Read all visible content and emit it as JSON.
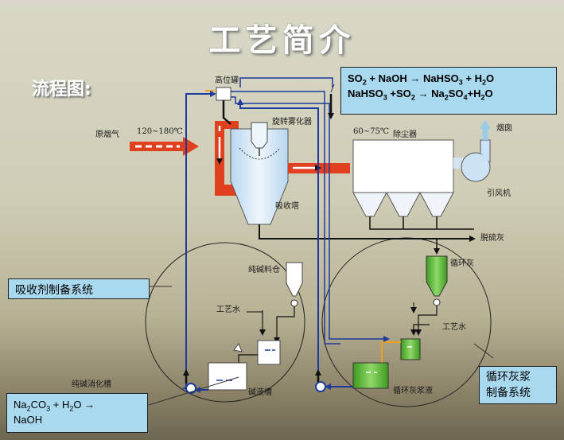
{
  "title": "工艺简介",
  "flow_label": "流程图:",
  "equations_top": {
    "line1": {
      "a": "SO",
      "a_sub": "2",
      "b": " + NaOH ",
      "arrow": "→",
      "c": " NaHSO",
      "c_sub": "3",
      "d": "  + H",
      "d_sub": "2",
      "e": "O"
    },
    "line2": {
      "a": "NaHSO",
      "a_sub": "3",
      "b": " +SO",
      "b_sub": "2",
      "arrow": " → ",
      "c": "Na",
      "c_sub": "2",
      "d": "SO",
      "d_sub": "4",
      "e": "+H",
      "e_sub": "2",
      "f": "O"
    }
  },
  "equation_bottom": {
    "a": "Na",
    "a_sub": "2",
    "b": "CO",
    "b_sub": "3",
    "c": " + H",
    "c_sub": "2",
    "d": "O  ",
    "arrow": "→",
    "line2": "NaOH"
  },
  "labels": {
    "high_tank": "高位罐",
    "flue_gas": "原烟气",
    "temp_in": "120~180℃",
    "atomizer": "旋转雾化器",
    "absorber": "吸收塔",
    "temp_out": "60~75℃",
    "dust_collector": "除尘器",
    "chimney": "烟囱",
    "fan": "引风机",
    "desulfurized_ash": "脱硫灰",
    "recycled_ash": "循环灰",
    "soda_silo": "纯碱料仓",
    "process_water_left": "工艺水",
    "process_water_right": "工艺水",
    "soda_tank": "纯碱消化槽",
    "alkali_tank": "碱液槽",
    "slurry": "循环灰浆液"
  },
  "systems": {
    "absorbent_prep": "吸收剂制备系统",
    "slurry_prep_line1": "循环灰浆",
    "slurry_prep_line2": "制备系统"
  },
  "colors": {
    "flue_red": "#e0401e",
    "pipe_blue": "#1d3a9c",
    "pipe_black": "#111111",
    "vessel_blue": "#cbe3f5",
    "green_vessel": "#57b62f",
    "label_box": "#a9d9ef",
    "orange_pipe": "#f0a020"
  }
}
